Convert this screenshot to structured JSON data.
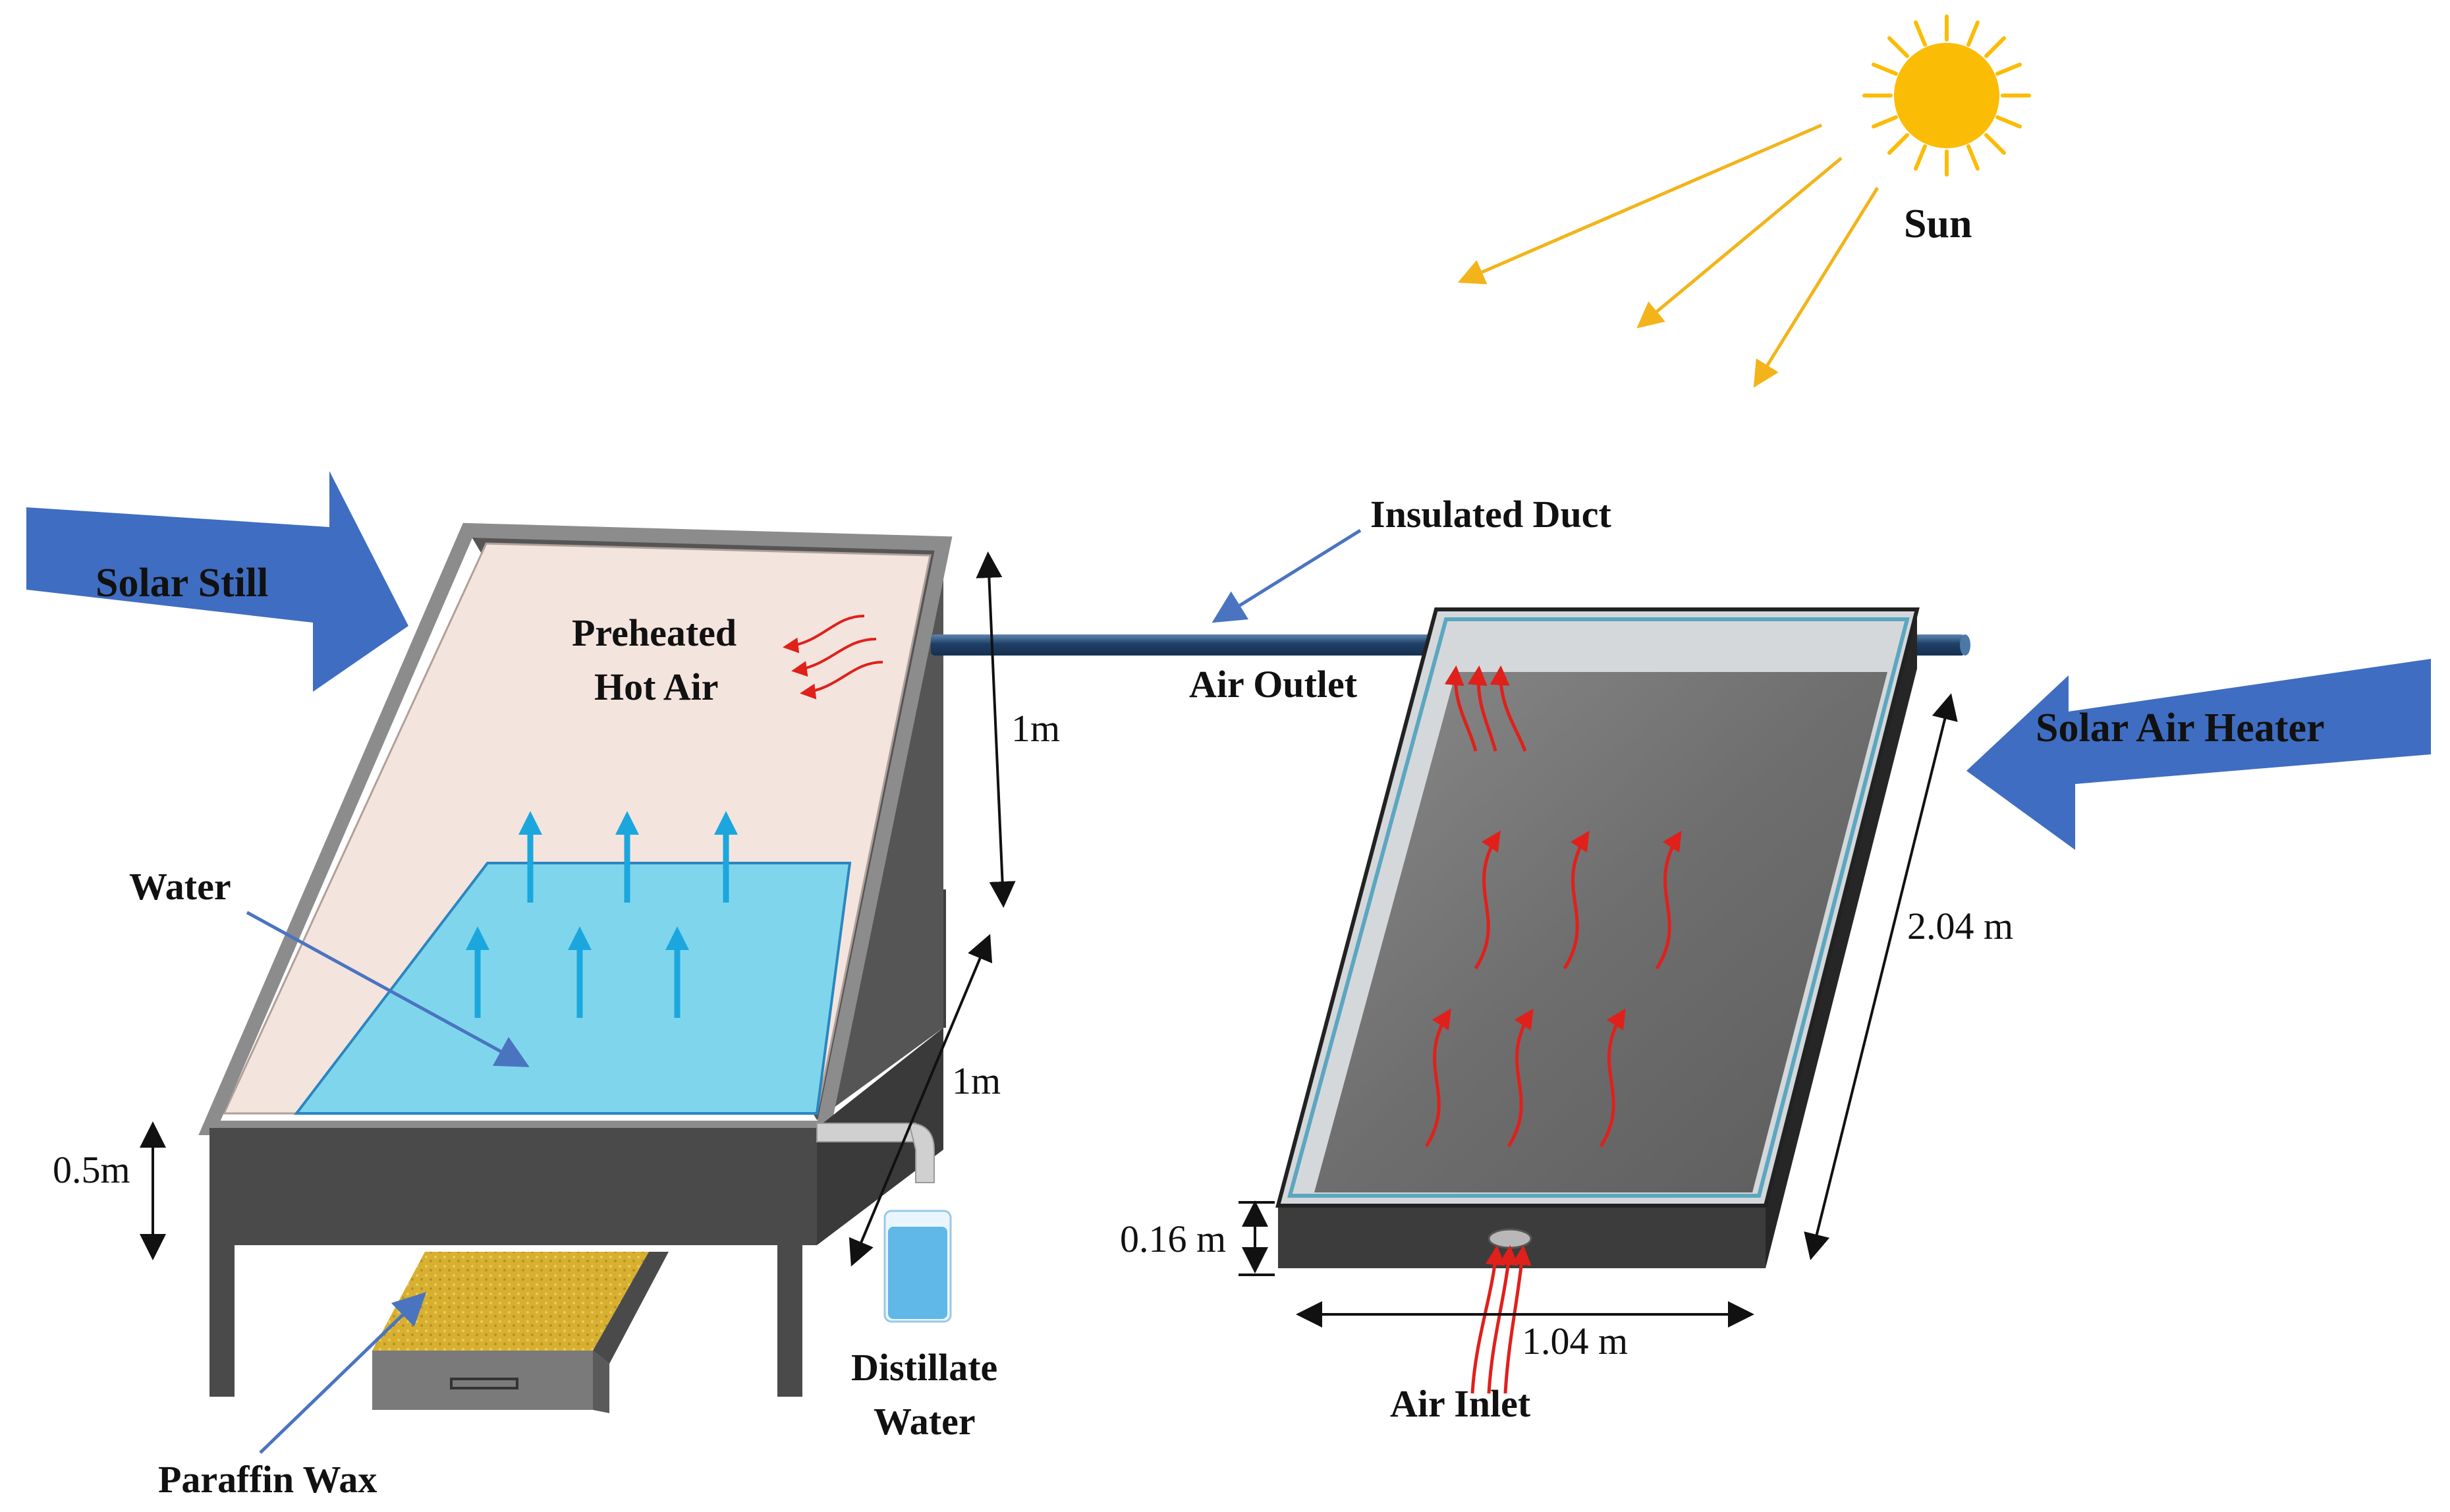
{
  "labels": {
    "sun": "Sun",
    "solar_still": "Solar Still",
    "solar_air_heater": "Solar Air Heater",
    "insulated_duct": "Insulated Duct",
    "preheated_line1": "Preheated",
    "preheated_line2": "Hot Air",
    "air_outlet": "Air Outlet",
    "air_inlet": "Air Inlet",
    "water": "Water",
    "paraffin_wax": "Paraffin Wax",
    "distillate_line1": "Distillate",
    "distillate_line2": "Water"
  },
  "dimensions": {
    "still_height": "1m",
    "still_length": "1m",
    "still_base_height": "0.5m",
    "heater_length": "2.04 m",
    "heater_width": "1.04 m",
    "heater_depth": "0.16 m"
  },
  "colors": {
    "sun": "#FBBC05",
    "sun_rays": "#F2B41A",
    "big_arrow": "#3F6DC1",
    "water": "#7FD6EC",
    "water_arrows": "#1BA7DE",
    "basin_wall": "#4A4A4A",
    "heater_plate": "#6E6E6E",
    "airflow": "#E0201B",
    "duct": "#2A4A70",
    "paraffin": "#D8B030",
    "pointer": "#4A74C0"
  }
}
